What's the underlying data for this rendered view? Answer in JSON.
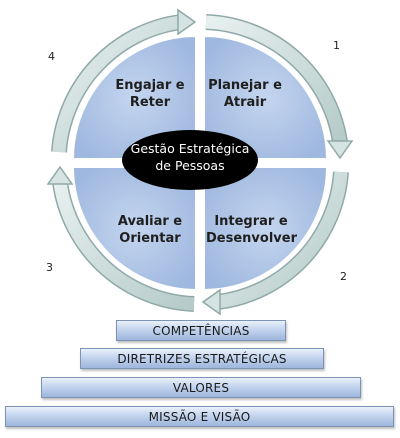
{
  "diagram": {
    "center": {
      "line1": "Gestão Estratégica",
      "line2": "de Pessoas"
    },
    "quadrants": {
      "top_left": {
        "line1": "Engajar e",
        "line2": "Reter"
      },
      "top_right": {
        "line1": "Planejar e",
        "line2": "Atrair"
      },
      "bottom_left": {
        "line1": "Avaliar e",
        "line2": "Orientar"
      },
      "bottom_right": {
        "line1": "Integrar e",
        "line2": "Desenvolver"
      }
    },
    "step_numbers": {
      "one": "1",
      "two": "2",
      "three": "3",
      "four": "4"
    },
    "pyramid": [
      "COMPETÊNCIAS",
      "DIRETRIZES  ESTRATÉGICAS",
      "VALORES",
      "MISSÃO E VISÃO"
    ]
  },
  "colors": {
    "quadrant_fill": "#a7bfe3",
    "ring": "#c9dcda",
    "ring_edge": "#8fa9a8",
    "center_fill": "#000000",
    "bar_border": "#7b94b6"
  }
}
